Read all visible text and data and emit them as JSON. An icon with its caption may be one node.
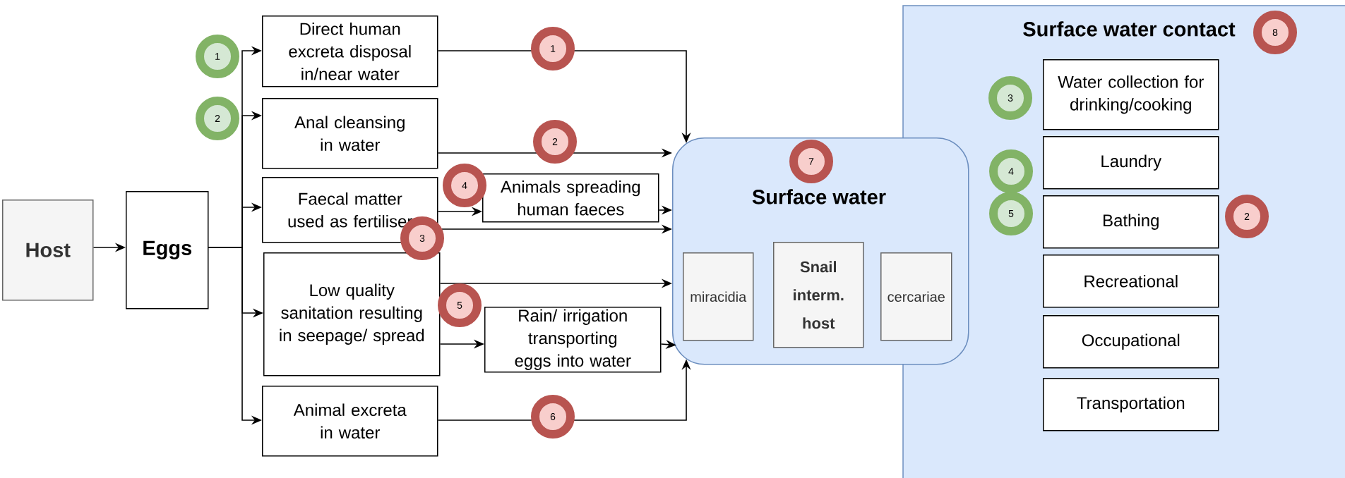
{
  "diagram": {
    "nodes": [
      {
        "text": [
          "Host"
        ]
      },
      {
        "text": [
          "Eggs"
        ]
      },
      {
        "text": [
          "Direct human excreta disposal in/near water"
        ]
      },
      {
        "text": [
          "Anal cleansing in water"
        ]
      },
      {
        "text": [
          "Faecal matter used as fertiliser"
        ]
      },
      {
        "text": [
          "Animals spreading human faeces"
        ]
      },
      {
        "text": [
          "Low quality sanitation resulting in seepage/ spread"
        ]
      },
      {
        "text": [
          "Rain/ irrigation transporting eggs into water"
        ]
      },
      {
        "text": [
          "Animal excreta in water"
        ]
      },
      {
        "text": [
          "Surface water"
        ]
      },
      {
        "text": [
          "miracidia"
        ],
        "in": 9
      },
      {
        "text": [
          "Snail interm. host"
        ],
        "in": 9
      },
      {
        "text": [
          "cercariae"
        ],
        "in": 9
      },
      {
        "text": [
          "Surface water contact"
        ]
      },
      {
        "text": [
          "Water collection for drinking/cooking"
        ],
        "in": 13
      },
      {
        "text": [
          "Laundry"
        ],
        "in": 13
      },
      {
        "text": [
          "Bathing"
        ],
        "in": 13
      },
      {
        "text": [
          "Recreational"
        ],
        "in": 13
      },
      {
        "text": [
          "Occupational"
        ],
        "in": 13
      },
      {
        "text": [
          "Transportation"
        ],
        "in": 13
      }
    ],
    "edges": [
      {
        "from": 0,
        "to": 1,
        "arrow": "to"
      },
      {
        "from": 1,
        "to": 2,
        "arrow": "to"
      },
      {
        "from": 1,
        "to": 3,
        "arrow": "to"
      },
      {
        "from": 1,
        "to": 4,
        "arrow": "to"
      },
      {
        "from": 1,
        "to": 6,
        "arrow": "to"
      },
      {
        "from": 1,
        "to": 8,
        "arrow": "to"
      },
      {
        "from": 2,
        "to": 9,
        "arrow": "to"
      },
      {
        "from": 3,
        "to": 9,
        "arrow": "to"
      },
      {
        "from": 4,
        "to": 5,
        "arrow": "to"
      },
      {
        "from": 4,
        "to": 9,
        "arrow": "to"
      },
      {
        "from": 5,
        "to": 9,
        "arrow": "to"
      },
      {
        "from": 6,
        "to": 9,
        "arrow": "to"
      },
      {
        "from": 6,
        "to": 7,
        "arrow": "to"
      },
      {
        "from": 7,
        "to": 9,
        "arrow": "to"
      },
      {
        "from": 8,
        "to": 9,
        "arrow": "to"
      }
    ],
    "labels": [
      "1",
      "1",
      "2",
      "2",
      "4",
      "3",
      "5",
      "6",
      "7",
      "8",
      "3",
      "4",
      "5",
      "2"
    ]
  }
}
